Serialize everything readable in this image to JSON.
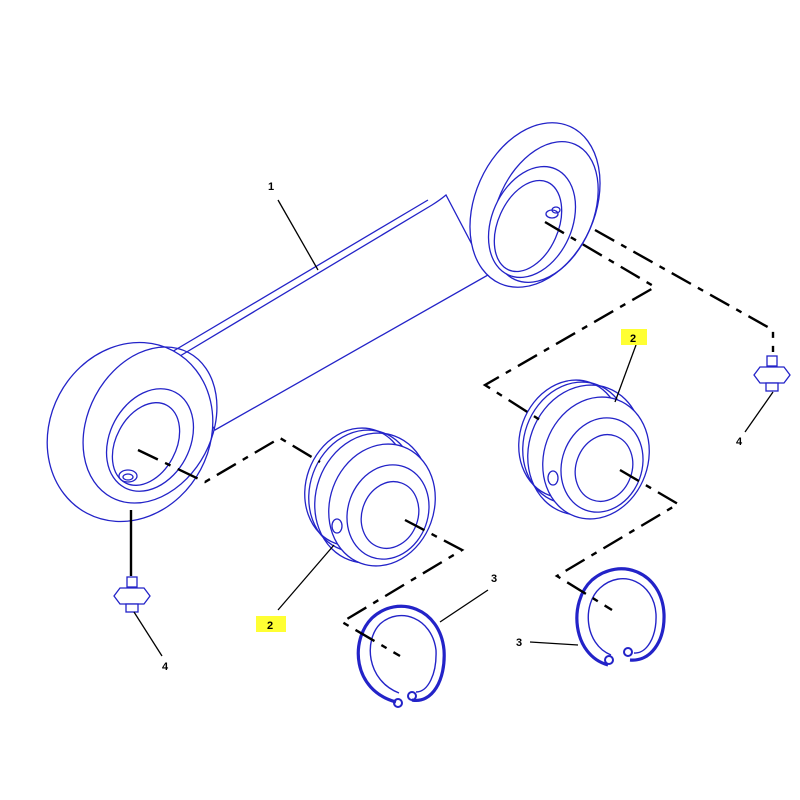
{
  "colors": {
    "part_outline": "#2323c8",
    "leader_line": "#000000",
    "callout_highlight": "#ffff33",
    "background": "#ffffff"
  },
  "callouts": {
    "link": "1",
    "bearing_left": "2",
    "bearing_right": "2",
    "retaining_ring_left": "3",
    "retaining_ring_right": "3",
    "grease_fitting_left": "4",
    "grease_fitting_right": "4"
  },
  "highlighted_callouts": [
    "bearing_left",
    "bearing_right"
  ]
}
